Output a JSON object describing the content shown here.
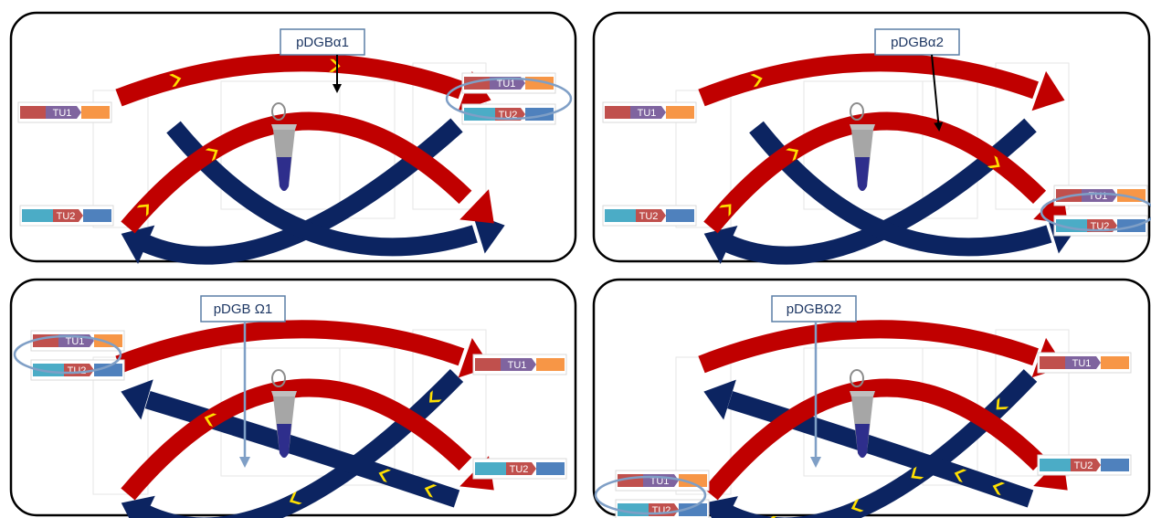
{
  "colors": {
    "red_arrow": "#c00000",
    "blue_arrow": "#0c2461",
    "chevron": "#ffe000",
    "label_border": "#5b7fa6",
    "label_text": "#1f3864",
    "circle_link": "#7f9fc6",
    "segment_red": "#c0504d",
    "segment_purple": "#7f649f",
    "segment_orange": "#f79646",
    "segment_cyan": "#4bacc6",
    "segment_blue": "#4f81bd",
    "tube_body": "#a6a6a6",
    "tube_liquid": "#2e2e8c"
  },
  "icons": [
    "microcentrifuge-tube-icon",
    "chevron-icon"
  ],
  "panels": [
    {
      "id": "alpha1",
      "vector_label": "pDGBα1",
      "inputs": [
        "TU1",
        "TU2"
      ],
      "output": [
        "TU1",
        "TU2"
      ]
    },
    {
      "id": "alpha2",
      "vector_label": "pDGBα2",
      "inputs": [
        "TU1",
        "TU2"
      ],
      "output": [
        "TU1",
        "TU2"
      ]
    },
    {
      "id": "omega1",
      "vector_label": "pDGB Ω1",
      "input": [
        "TU1",
        "TU2"
      ],
      "outputs": [
        "TU1",
        "TU2"
      ]
    },
    {
      "id": "omega2",
      "vector_label": "pDGBΩ2",
      "input": [
        "TU1",
        "TU2"
      ],
      "outputs": [
        "TU1",
        "TU2"
      ]
    }
  ]
}
